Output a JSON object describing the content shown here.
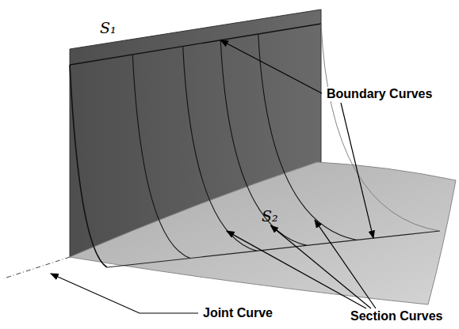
{
  "diagram": {
    "labels": [
      "S₁",
      "Boundary Curves",
      "S₂",
      "Joint Curve",
      "Section Curves"
    ]
  }
}
